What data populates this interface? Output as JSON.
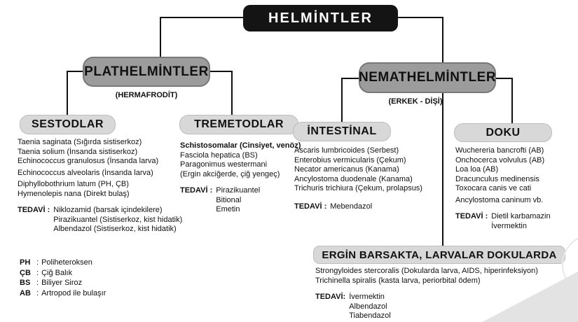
{
  "diagram": {
    "root": {
      "label": "HELMİNTLER"
    },
    "plathelmintler": {
      "label": "PLATHELMİNTLER",
      "note": "(HERMAFRODİT)"
    },
    "nemathelmintler": {
      "label": "NEMATHELMİNTLER",
      "note": "(ERKEK - DİŞİ)"
    },
    "sestodlar": {
      "label": "SESTODLAR",
      "items": [
        "Taenia saginata (Sığırda sistiserkoz)",
        "Taenia solium (İnsanda sistiserkoz)",
        "Echinococcus granulosus (İnsanda larva)",
        "Echinococcus alveolaris (İnsanda larva)",
        "Diphyllobothrium latum (PH, ÇB)",
        "Hymenolepis nana (Direkt bulaş)"
      ],
      "treatment_label": "TEDAVİ :",
      "treatments": [
        "Niklozamid (barsak içindekilere)",
        "Pirazikuantel (Sistiserkoz, kist hidatik)",
        "Albendazol (Sistiserkoz, kist hidatik)"
      ]
    },
    "tremetodlar": {
      "label": "TREMETODLAR",
      "lead_item": "Schistosomalar (Cinsiyet, venöz)",
      "items": [
        "Fasciola hepatica (BS)",
        "Paragonimus westermani",
        "(Ergin akciğerde, çiğ yengeç)"
      ],
      "treatment_label": "TEDAVİ :",
      "treatments": [
        "Pirazikuantel",
        "Bitional",
        "Emetin"
      ]
    },
    "intestinal": {
      "label": "İNTESTİNAL",
      "items": [
        "Ascaris lumbricoides (Serbest)",
        "Enterobius vermicularis (Çekum)",
        "Necator americanus (Kanama)",
        "Ancylostoma duodenale (Kanama)",
        "Trichuris trichiura (Çekum, prolapsus)"
      ],
      "treatment_label": "TEDAVİ :",
      "treatments": [
        "Mebendazol"
      ]
    },
    "doku": {
      "label": "DOKU",
      "items": [
        "Wuchereria bancrofti (AB)",
        "Onchocerca volvulus (AB)",
        "Loa loa (AB)",
        "Dracunculus medinensis",
        "Toxocara canis ve cati",
        "Ancylostoma caninum vb."
      ],
      "treatment_label": "TEDAVİ :",
      "treatments": [
        "Dietil karbamazin",
        "İvermektin"
      ]
    },
    "ergin_barsakta": {
      "label": "ERGİN BARSAKTA, LARVALAR DOKULARDA",
      "items": [
        "Strongyloides stercoralis (Dokularda larva, AIDS, hiperinfeksiyon)",
        "Trichinella spiralis (kasta larva, periorbital ödem)"
      ],
      "treatment_label": "TEDAVİ:",
      "treatments": [
        "İvermektin",
        "Albendazol",
        "Tiabendazol"
      ]
    },
    "legend": {
      "separator": ":",
      "entries": [
        {
          "key": "PH",
          "value": "Poliheteroksen"
        },
        {
          "key": "ÇB",
          "value": "Çiğ Balık"
        },
        {
          "key": "BS",
          "value": "Biliyer Siroz"
        },
        {
          "key": "AB",
          "value": "Artropod ile bulaşır"
        }
      ]
    },
    "colors": {
      "root_box": "#141414",
      "branch_box": "#9c9c9c",
      "leaf_box": "#d8d8d8",
      "line": "#111111",
      "corner_graphic": "#e3e3e3"
    }
  }
}
